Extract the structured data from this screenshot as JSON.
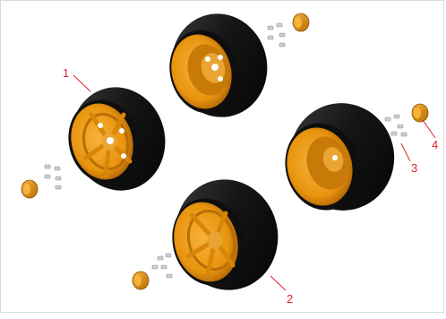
{
  "diagram": {
    "callouts": [
      {
        "id": "1",
        "label": "1"
      },
      {
        "id": "2",
        "label": "2"
      },
      {
        "id": "3",
        "label": "3"
      },
      {
        "id": "4",
        "label": "4"
      }
    ],
    "colors": {
      "tire": "#1c1c1c",
      "tire_side": "#0d0d0d",
      "rim": "#e8940e",
      "rim_dark": "#b86d05",
      "rim_light": "#f7b33a",
      "hub": "#e9a431",
      "nut": "#e8940e",
      "screw": "#c9ced3",
      "callout": "#e0202a"
    },
    "parts": [
      "wheel",
      "wheel",
      "wheel",
      "wheel",
      "screws",
      "screws",
      "screws",
      "screws",
      "hub-nut",
      "hub-nut",
      "hub-nut",
      "hub-nut"
    ]
  }
}
